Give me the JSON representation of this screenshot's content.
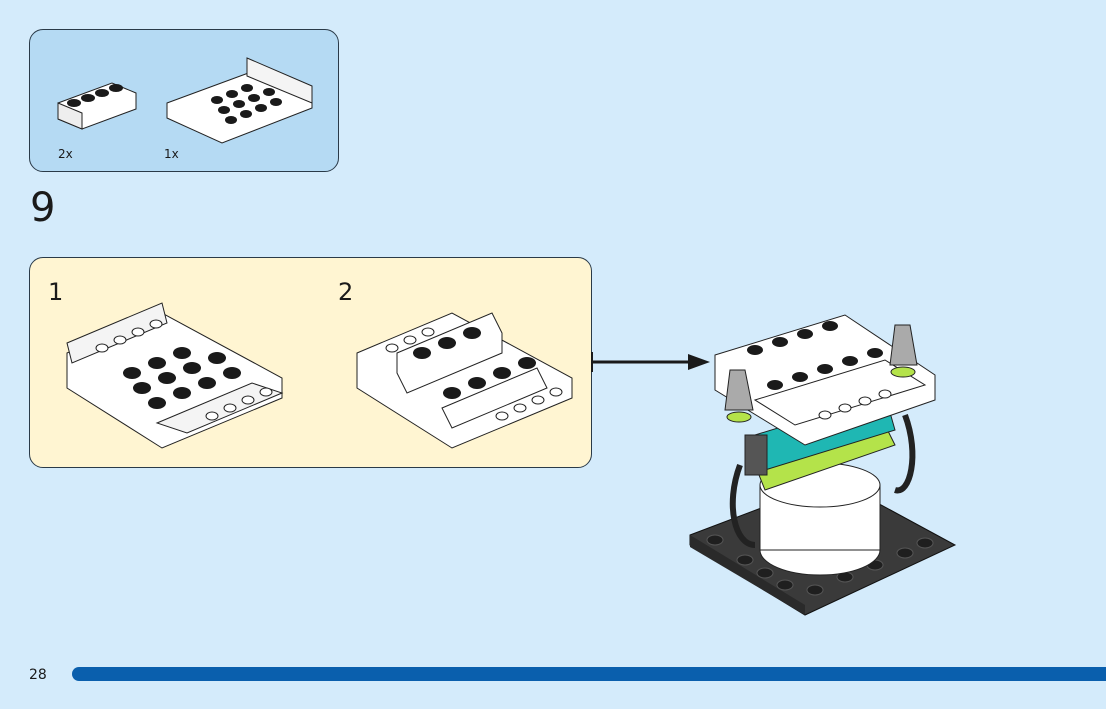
{
  "parts_list": {
    "items": [
      {
        "part": "white-brick-1x4",
        "quantity": "2x"
      },
      {
        "part": "white-inverted-slope-plate",
        "quantity": "1x"
      }
    ]
  },
  "step": {
    "number": "9",
    "substeps": [
      {
        "label": "1"
      },
      {
        "label": "2"
      }
    ]
  },
  "footer": {
    "page_number": "28"
  },
  "colors": {
    "background": "#d4ebfb",
    "parts_box": "#b5daf3",
    "substep_box": "#fff5d2",
    "progress_bar": "#0a5fad",
    "teal": "#1fb7b3",
    "lime": "#b4e34a",
    "dark_gray_plate": "#3a3a3a"
  }
}
